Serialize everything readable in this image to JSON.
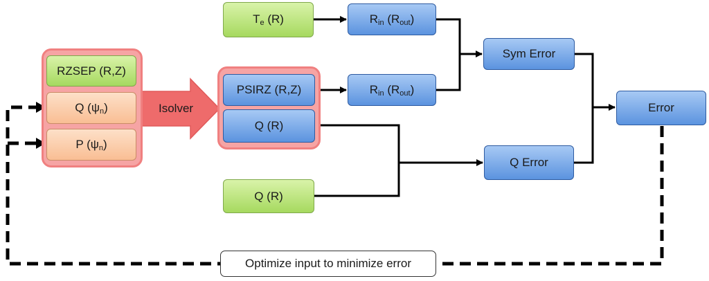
{
  "colors": {
    "input_green": "#a6d95f",
    "process_blue": "#5b93df",
    "param_orange": "#f9be94",
    "group_red": "#f08080",
    "isolver_arrow": "#ee6b6b",
    "line": "#000000"
  },
  "left_group": {
    "rzsep": "RZSEP (R,Z)",
    "q_psi": {
      "main": "Q (ψ",
      "sub": "n",
      "close": ")"
    },
    "p_psi": {
      "main": "P (ψ",
      "sub": "n",
      "close": ")"
    }
  },
  "isolver": "Isolver",
  "mid_group": {
    "psirz": "PSIRZ (R,Z)",
    "q_r": "Q (R)"
  },
  "te_box": {
    "main": "T",
    "sub": "e",
    "rest": " (R)"
  },
  "q_r_input": "Q (R)",
  "rin_top": {
    "main": "R",
    "sub": "in",
    "mid": " (R",
    "sub2": "out",
    "close": ")"
  },
  "rin_bottom": {
    "main": "R",
    "sub": "in",
    "mid": " (R",
    "sub2": "out",
    "close": ")"
  },
  "sym_error": "Sym Error",
  "q_error": "Q Error",
  "error": "Error",
  "optimize_label": "Optimize input to minimize error"
}
